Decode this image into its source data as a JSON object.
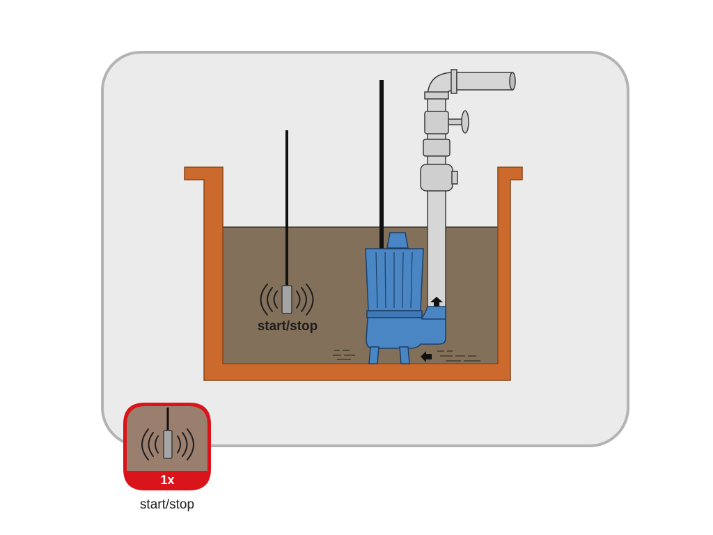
{
  "diagram": {
    "sensor_label": "start/stop",
    "legend": {
      "count": "1x",
      "caption": "start/stop"
    }
  },
  "colors": {
    "background_panel": "#ebebeb",
    "panel_border": "#b3b3b3",
    "tank_wall": "#cc6a2e",
    "liquid": "#82705a",
    "pump_body": "#4a86c4",
    "pipe": "#d6d6d6",
    "legend_accent": "#d9151b",
    "legend_fill": "#9a7e6e"
  }
}
